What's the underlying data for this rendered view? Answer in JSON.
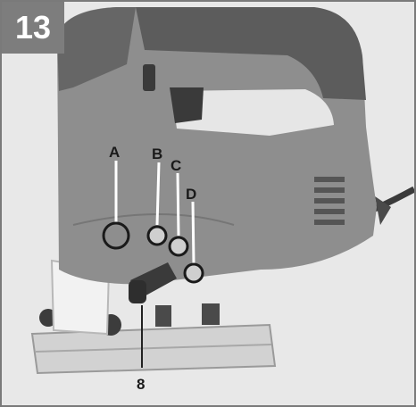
{
  "figure": {
    "number": "13",
    "part_label": "8",
    "callouts": [
      {
        "letter": "A"
      },
      {
        "letter": "B"
      },
      {
        "letter": "C"
      },
      {
        "letter": "D"
      }
    ]
  },
  "colors": {
    "badge": "#7d7d7d",
    "body_gray": "#8e8e8e",
    "body_dark": "#5e5e5e",
    "background": "#e6e6e6",
    "base_plate": "#cfcfcf"
  }
}
